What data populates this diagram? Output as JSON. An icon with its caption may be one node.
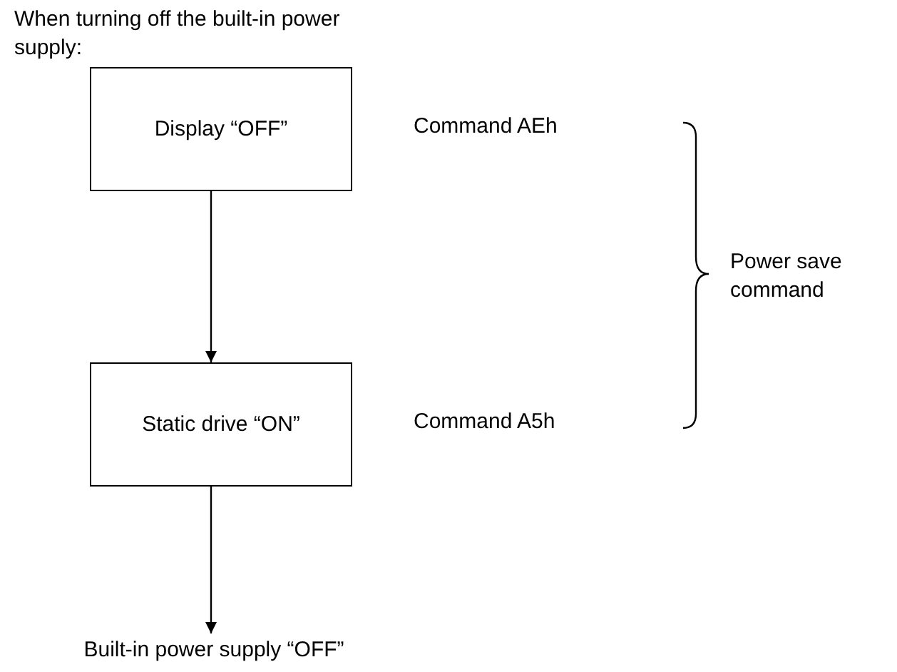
{
  "diagram": {
    "title": "When turning off the built-in power supply:",
    "nodes": [
      {
        "text": [
          "Display “OFF”"
        ],
        "beside": [
          "Command AEh"
        ]
      },
      {
        "text": [
          "Static drive “ON”"
        ],
        "beside": [
          "Command A5h"
        ]
      },
      {
        "text": [
          "Built-in power supply “OFF”"
        ]
      }
    ],
    "edges": [
      {
        "from": 0,
        "to": 1,
        "arrow": "to"
      },
      {
        "from": 1,
        "to": 2,
        "arrow": "to"
      }
    ],
    "labels": [
      "Power save command"
    ]
  }
}
